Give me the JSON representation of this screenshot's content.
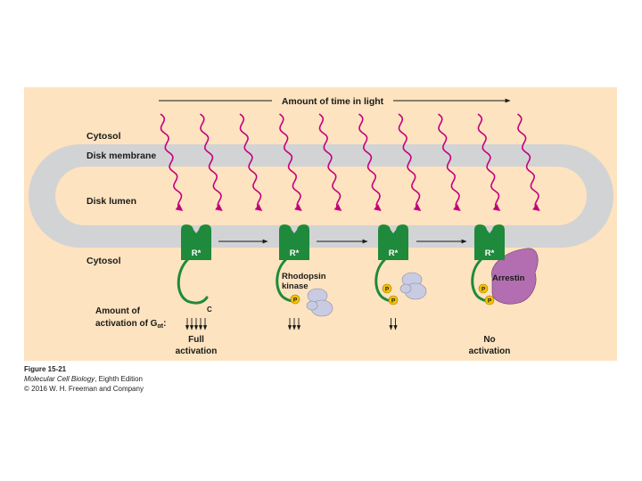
{
  "diagram": {
    "timeline_label": "Amount of time in light",
    "regions": {
      "cytosol_top": "Cytosol",
      "disk_membrane": "Disk membrane",
      "disk_lumen": "Disk lumen",
      "cytosol_bottom": "Cytosol"
    },
    "receptor_label": "R*",
    "c_terminus_label": "C",
    "phosphate_label": "P",
    "rhodopsin_kinase_line1": "Rhodopsin",
    "rhodopsin_kinase_line2": "kinase",
    "arrestin_label": "Arrestin",
    "activation_label_line1": "Amount of",
    "activation_label_line2_prefix": "activation of G",
    "activation_label_subscript": "αt",
    "activation_label_suffix": ":",
    "full_activation_line1": "Full",
    "full_activation_line2": "activation",
    "no_activation_line1": "No",
    "no_activation_line2": "activation",
    "stages": [
      {
        "phosphates": 0,
        "activation_arrows": 5,
        "has_kinase": false,
        "has_arrestin": false
      },
      {
        "phosphates": 1,
        "activation_arrows": 3,
        "has_kinase": true,
        "has_arrestin": false
      },
      {
        "phosphates": 2,
        "activation_arrows": 2,
        "has_kinase": true,
        "has_arrestin": false
      },
      {
        "phosphates": 2,
        "activation_arrows": 0,
        "has_kinase": false,
        "has_arrestin": true
      }
    ],
    "light_ray_count": 10
  },
  "caption": {
    "figure": "Figure 15-21",
    "book_title": "Molecular Cell Biology",
    "edition": ", Eighth Edition",
    "copyright": "© 2016 W. H. Freeman and Company"
  },
  "colors": {
    "panel": "#fde3bf",
    "membrane": "#d2d3d5",
    "light_ray": "#c4007c",
    "receptor": "#1f8a3b",
    "phosphate": "#f2c200",
    "kinase": "#c9cbe3",
    "arrestin": "#b26eb0"
  }
}
